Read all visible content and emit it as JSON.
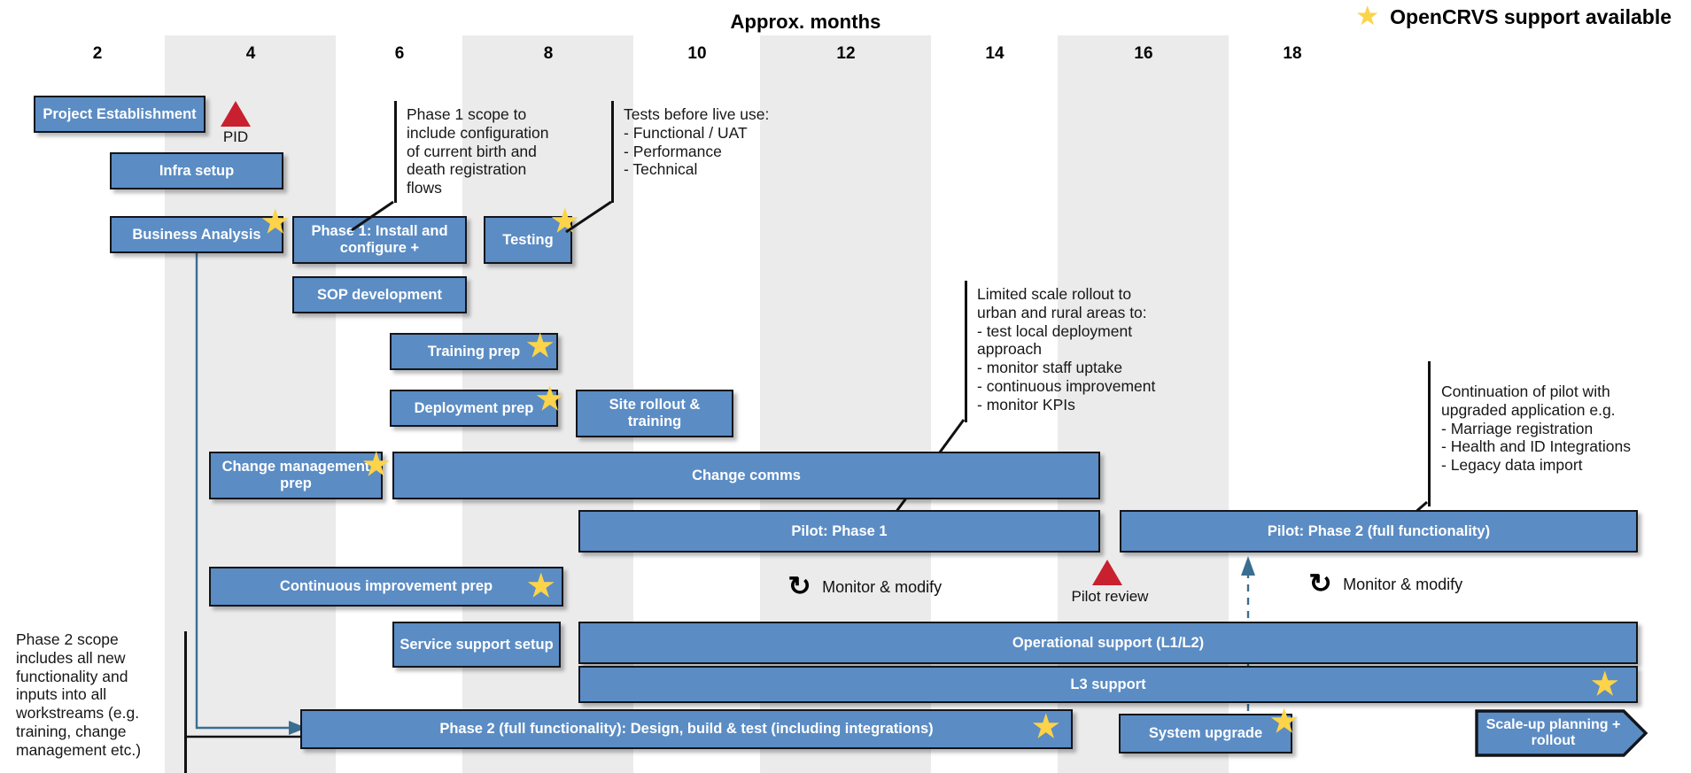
{
  "header": {
    "title": "Approx. months",
    "ticks": [
      "2",
      "4",
      "6",
      "8",
      "10",
      "12",
      "14",
      "16",
      "18"
    ],
    "legend_label": "OpenCRVS support available",
    "legend_icon": "star-icon",
    "star_color": "#fcd349"
  },
  "colors": {
    "bar_fill": "#5b8cc4",
    "bar_border": "#12151b",
    "band": "#ebebeb",
    "milestone": "#c8202e",
    "connector": "#3a6e90"
  },
  "bars": [
    {
      "id": "project-establishment",
      "label": "Project Establishment",
      "star": false
    },
    {
      "id": "infra-setup",
      "label": "Infra setup",
      "star": false
    },
    {
      "id": "business-analysis",
      "label": "Business Analysis",
      "star": true
    },
    {
      "id": "phase-1-install",
      "label": "Phase 1: Install and configure +",
      "star": false
    },
    {
      "id": "testing",
      "label": "Testing",
      "star": true
    },
    {
      "id": "sop-development",
      "label": "SOP development",
      "star": false
    },
    {
      "id": "training-prep",
      "label": "Training prep",
      "star": true
    },
    {
      "id": "deployment-prep",
      "label": "Deployment prep",
      "star": true
    },
    {
      "id": "site-rollout-training",
      "label": "Site rollout & training",
      "star": false
    },
    {
      "id": "change-management-prep",
      "label": "Change management prep",
      "star": true
    },
    {
      "id": "change-comms",
      "label": "Change comms",
      "star": false
    },
    {
      "id": "pilot-phase-1",
      "label": "Pilot: Phase 1",
      "star": false
    },
    {
      "id": "pilot-phase-2",
      "label": "Pilot: Phase 2 (full functionality)",
      "star": false
    },
    {
      "id": "continuous-improvement-prep",
      "label": "Continuous improvement prep",
      "star": true
    },
    {
      "id": "service-support-setup",
      "label": "Service support setup",
      "star": false
    },
    {
      "id": "operational-support",
      "label": "Operational support (L1/L2)",
      "star": false
    },
    {
      "id": "l3-support",
      "label": "L3 support",
      "star": true
    },
    {
      "id": "phase-2-design-build",
      "label": "Phase 2 (full functionality): Design, build & test (including integrations)",
      "star": true
    },
    {
      "id": "system-upgrade",
      "label": "System upgrade",
      "star": true
    },
    {
      "id": "scale-up-planning",
      "label": "Scale-up planning + rollout",
      "star": false
    }
  ],
  "milestones": [
    {
      "id": "pid",
      "label": "PID"
    },
    {
      "id": "pilot-review",
      "label": "Pilot review"
    }
  ],
  "monitors": [
    {
      "id": "monitor-1",
      "label": "Monitor & modify",
      "icon": "refresh-cycle-icon"
    },
    {
      "id": "monitor-2",
      "label": "Monitor & modify",
      "icon": "refresh-cycle-icon"
    }
  ],
  "notes": {
    "phase1_scope": "Phase 1 scope to\ninclude configuration\nof current birth and\ndeath registration\nflows",
    "tests": "Tests before live use:\n- Functional / UAT\n- Performance\n- Technical",
    "limited_rollout": "Limited scale rollout to\nurban and rural areas to:\n-  test local deployment\napproach\n- monitor staff uptake\n- continuous improvement\n- monitor KPIs",
    "continuation": "Continuation of pilot with\nupgraded application e.g.\n- Marriage registration\n- Health and ID Integrations\n- Legacy data import",
    "phase2_scope": "Phase 2 scope\nincludes all new\nfunctionality and\ninputs into all\nworkstreams (e.g.\ntraining, change\nmanagement etc.)"
  }
}
